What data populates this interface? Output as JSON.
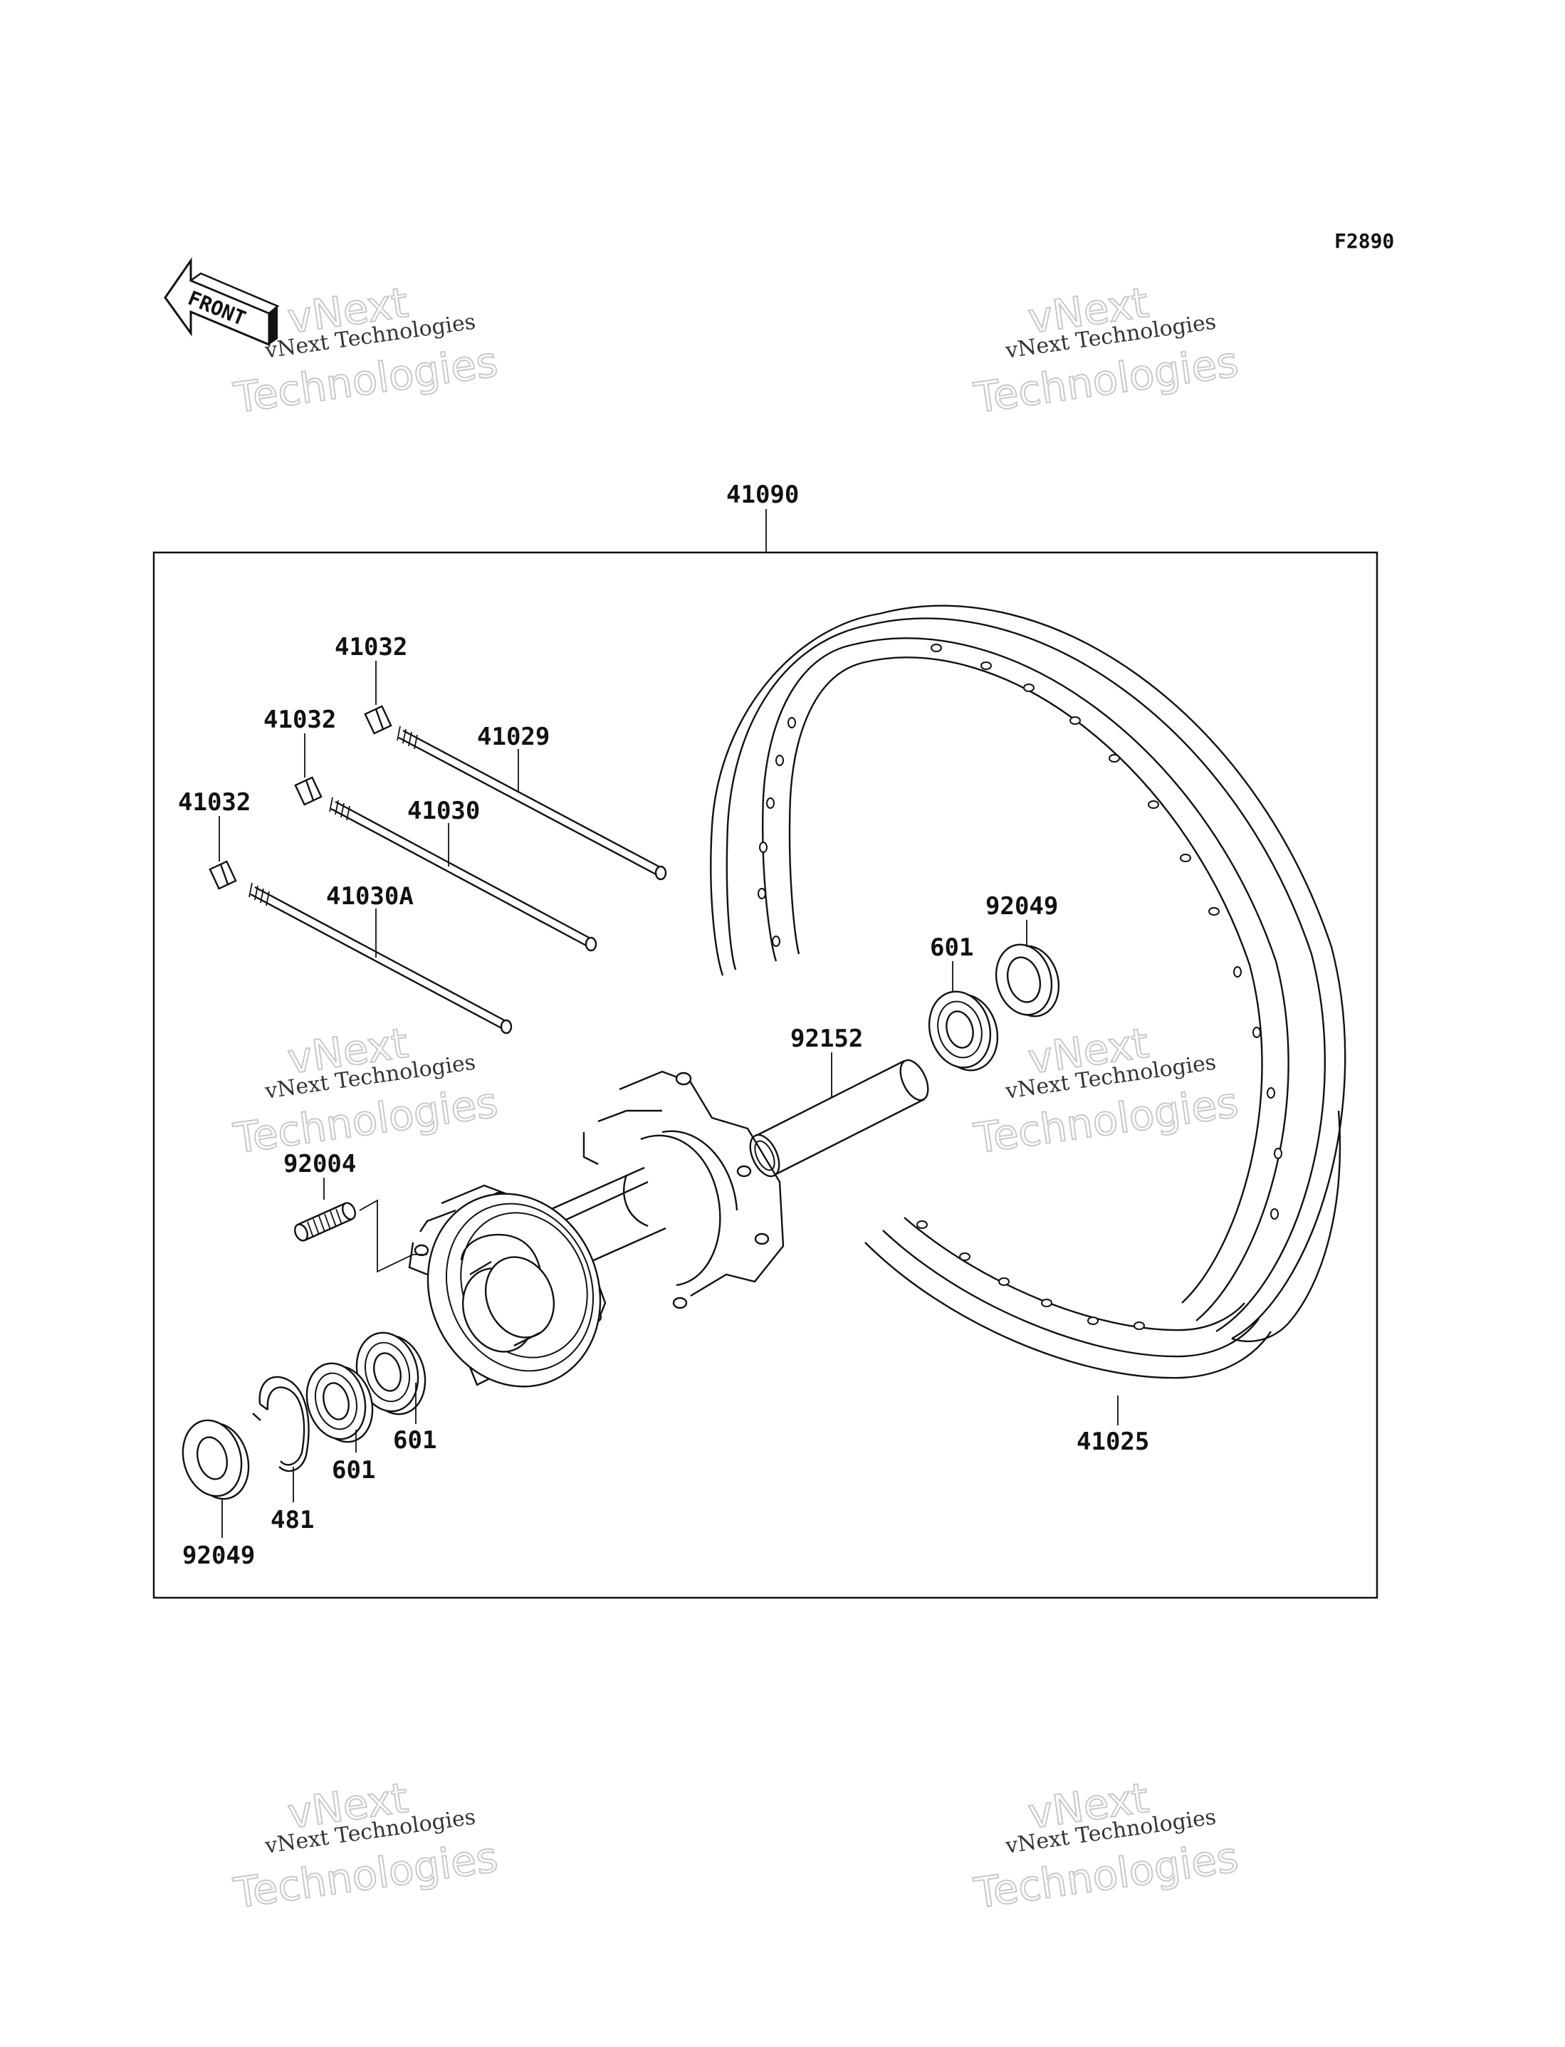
{
  "figure_code": "F2890",
  "front_label": "FRONT",
  "watermark": {
    "line1": "vNext",
    "line2": "vNext Technologies",
    "line3": "Technologies"
  },
  "parts": {
    "assembly": "41090",
    "spoke_nipple_top": "41032",
    "spoke_nipple_mid": "41032",
    "spoke_nipple_low": "41032",
    "spoke_1": "41029",
    "spoke_2": "41030",
    "spoke_3": "41030A",
    "bolt": "92004",
    "oil_seal_right": "92049",
    "bearing_right": "601",
    "collar": "92152",
    "rim": "41025",
    "bearing_left_inner": "601",
    "bearing_left_outer": "601",
    "circlip": "481",
    "oil_seal_left": "92049"
  }
}
